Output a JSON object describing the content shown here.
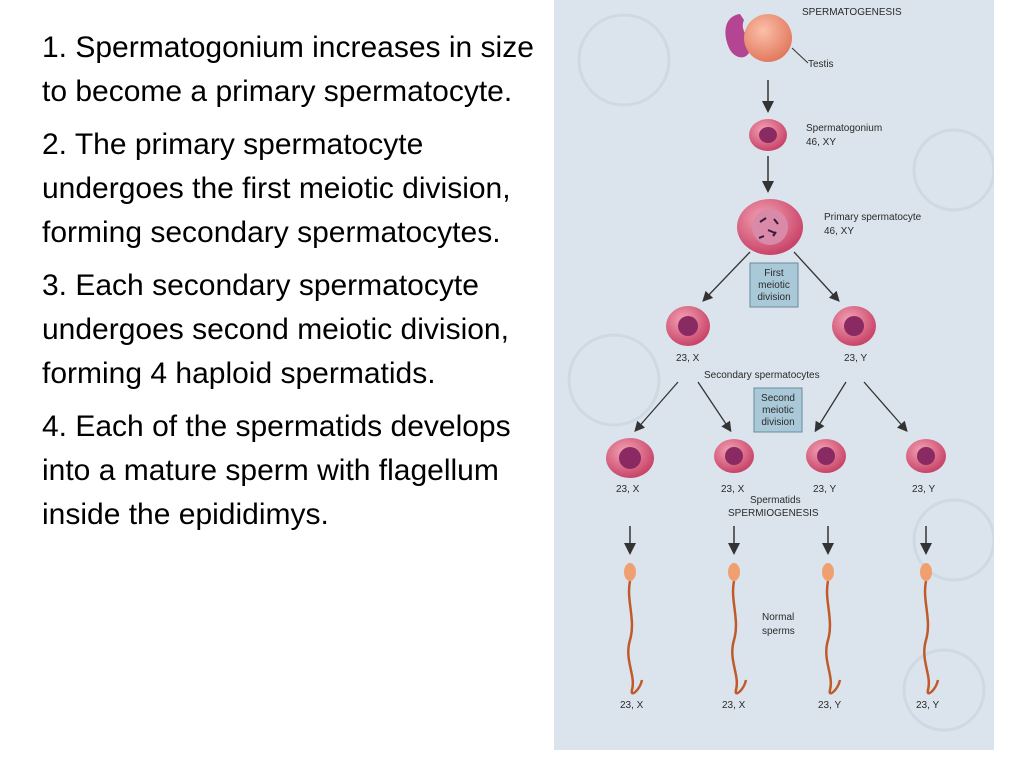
{
  "steps": [
    "1. Spermatogonium increases in size to become a primary spermatocyte.",
    "2. The primary spermatocyte undergoes the first meiotic division, forming secondary spermatocytes.",
    "3. Each secondary spermatocyte undergoes second meiotic division, forming 4 haploid spermatids.",
    "4. Each of the spermatids develops into a mature sperm with  flagellum inside the epididimys."
  ],
  "figure": {
    "title": "SPERMATOGENESIS",
    "testis_label": "Testis",
    "spermatogonium": {
      "name": "Spermatogonium",
      "karyotype": "46, XY"
    },
    "primary": {
      "name": "Primary spermatocyte",
      "karyotype": "46, XY"
    },
    "first_division": [
      "First",
      "meiotic",
      "division"
    ],
    "secondary_labels": [
      "23, X",
      "23, Y"
    ],
    "secondary_name": "Secondary spermatocytes",
    "second_division": [
      "Second",
      "meiotic",
      "division"
    ],
    "spermatid_labels": [
      "23, X",
      "23, X",
      "23, Y",
      "23, Y"
    ],
    "spermatids_name": "Spermatids",
    "spermiogenesis": "SPERMIOGENESIS",
    "normal_sperms": [
      "Normal",
      "sperms"
    ],
    "sperm_labels": [
      "23, X",
      "23, X",
      "23, Y",
      "23, Y"
    ]
  },
  "colors": {
    "background_panel": "#dbe4ec",
    "cell_fill": "#d9617d",
    "nucleus_fill": "#8a2a62",
    "box_fill": "#a9c9d8",
    "sperm_color": "#c05a2a"
  }
}
